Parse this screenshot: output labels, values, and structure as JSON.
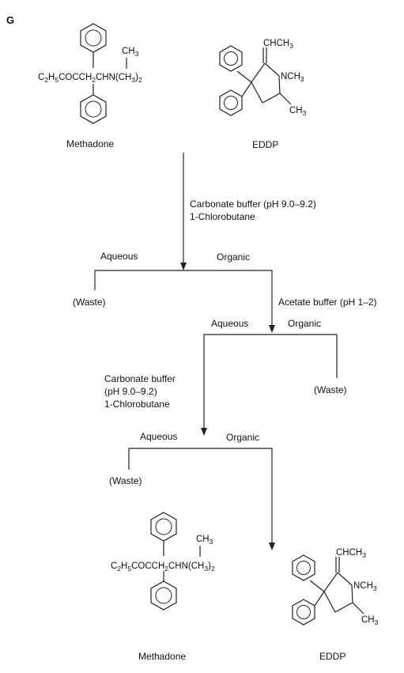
{
  "panel_label": "G",
  "top": {
    "methadone": {
      "formula_parts": [
        "C",
        "2",
        "H",
        "5",
        "COCCH",
        "2",
        "CHN(CH",
        "3",
        ")",
        "2"
      ],
      "methyl_parts": [
        "CH",
        "3"
      ],
      "name": "Methadone"
    },
    "eddp": {
      "alkylidene_parts": [
        "CHCH",
        "3"
      ],
      "nmethyl_parts": [
        "NCH",
        "3"
      ],
      "methyl_parts": [
        "CH",
        "3"
      ],
      "name": "EDDP"
    }
  },
  "step1": {
    "reagent_line1": "Carbonate buffer (pH 9.0–9.2)",
    "reagent_line2": "1-Chlorobutane",
    "aqueous": "Aqueous",
    "organic": "Organic",
    "waste": "(Waste)"
  },
  "step2": {
    "reagent": "Acetate buffer (pH 1–2)",
    "aqueous": "Aqueous",
    "organic": "Organic",
    "waste": "(Waste)"
  },
  "step3": {
    "reagent_line1": "Carbonate buffer",
    "reagent_line2": "(pH 9.0–9.2)",
    "reagent_line3": "1-Chlorobutane",
    "aqueous": "Aqueous",
    "organic": "Organic",
    "waste": "(Waste)"
  },
  "bottom": {
    "methadone": {
      "formula_parts": [
        "C",
        "2",
        "H",
        "5",
        "COCCH",
        "2",
        "CHN(CH",
        "3",
        ")",
        "2"
      ],
      "methyl_parts": [
        "CH",
        "3"
      ],
      "name": "Methadone"
    },
    "eddp": {
      "alkylidene_parts": [
        "CHCH",
        "3"
      ],
      "nmethyl_parts": [
        "NCH",
        "3"
      ],
      "methyl_parts": [
        "CH",
        "3"
      ],
      "name": "EDDP"
    }
  }
}
